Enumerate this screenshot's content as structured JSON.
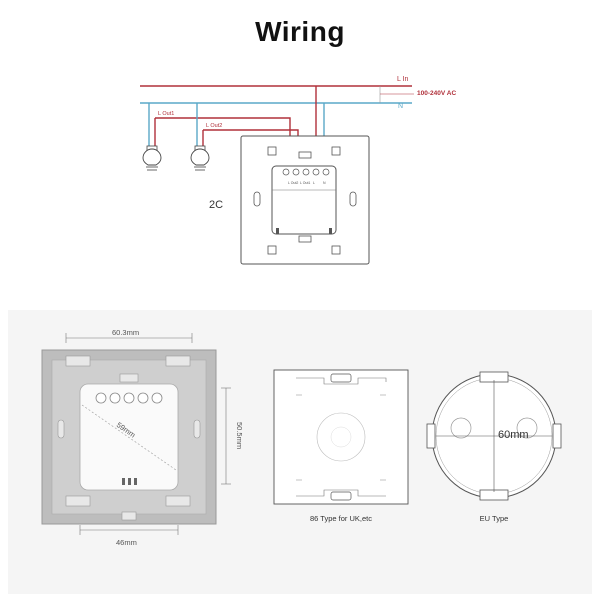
{
  "title": "Wiring",
  "wiring": {
    "l_in_label": "L In",
    "voltage_label": "100-240V AC",
    "n_label": "N",
    "l_out1_label": "L Out1",
    "l_out2_label": "L Out2",
    "model_label": "2C",
    "terminal_labels": [
      "L Out2",
      "L Out1",
      "L",
      "N"
    ],
    "live_color": "#b0303a",
    "neutral_color": "#5aa8c8",
    "voltage_color": "#b0303a"
  },
  "dimensions": {
    "width_label": "60.3mm",
    "height_label": "50.5mm",
    "diagonal_label": "59mm",
    "bottom_label": "46mm",
    "uk_caption": "86 Type for UK,etc",
    "eu_caption": "EU Type",
    "eu_diameter_label": "60mm"
  }
}
